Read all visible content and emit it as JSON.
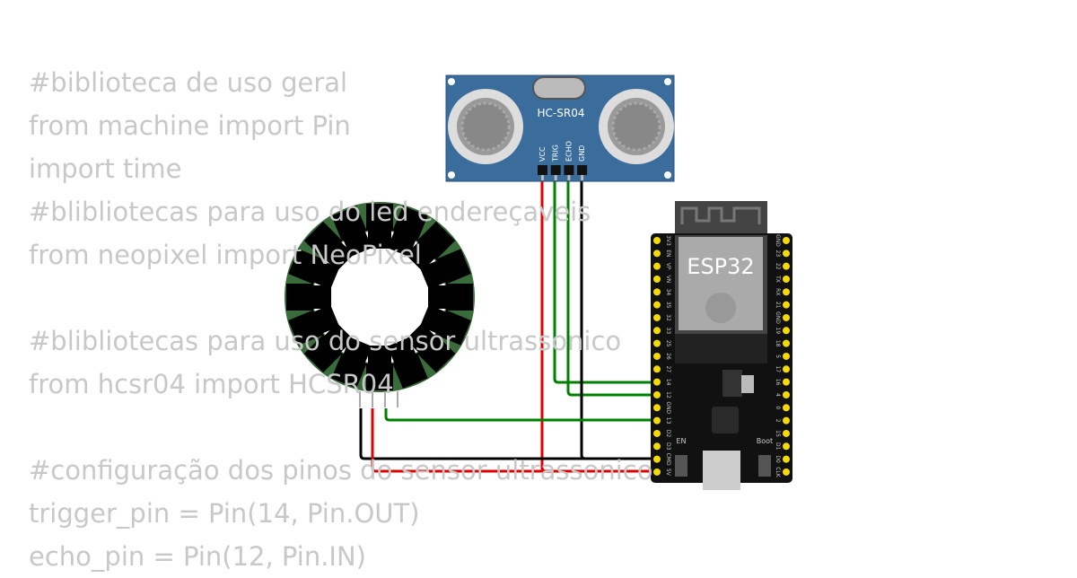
{
  "code_lines": [
    "#biblioteca de uso geral",
    "from machine import Pin",
    "import time",
    "#blibliotecas para uso do led endereçaveis",
    "from neopixel import NeoPixel",
    "",
    "#blibliotecas para uso do sensor ultrassonico",
    "from hcsr04 import HCSR04",
    "",
    "#configuração dos pinos do sensor ultrassonico",
    "trigger_pin = Pin(14, Pin.OUT)",
    "echo_pin = Pin(12, Pin.IN)"
  ],
  "sensor": {
    "name": "HC-SR04",
    "pins": [
      "VCC",
      "TRIG",
      "ECHO",
      "GND"
    ]
  },
  "esp32": {
    "label": "ESP32",
    "left_pins": [
      "3V3",
      "EN",
      "VP",
      "VN",
      "34",
      "35",
      "32",
      "33",
      "25",
      "26",
      "27",
      "14",
      "12",
      "GND",
      "13",
      "D2",
      "D3",
      "CMD",
      "5V"
    ],
    "right_pins": [
      "GND",
      "23",
      "22",
      "TX",
      "RX",
      "21",
      "GND",
      "19",
      "18",
      "5",
      "17",
      "16",
      "4",
      "0",
      "2",
      "15",
      "D1",
      "D0",
      "CLK"
    ],
    "en_label": "EN",
    "boot_label": "Boot"
  },
  "colors": {
    "wire_red": "#e00000",
    "wire_green": "#008000",
    "wire_black": "#000000",
    "ring_green": "#3a6b3a",
    "pin_yellow": "#f5d90a"
  }
}
